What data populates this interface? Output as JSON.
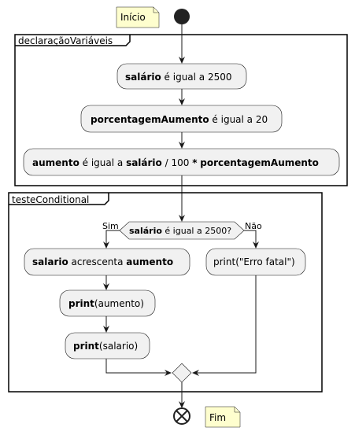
{
  "notes": {
    "start": "Início",
    "end": "Fim"
  },
  "groups": {
    "declaration": "declaraçãoVariáveis",
    "conditional": "testeConditional"
  },
  "actions": {
    "a1": {
      "b": "salário",
      "t": " é igual a 2500"
    },
    "a2": {
      "b": "porcentagemAumento",
      "t": " é igual a 20"
    },
    "a3": {
      "b1": "aumento",
      "t1": " é igual a ",
      "b2": "salário",
      "t2": " / 100 ",
      "b3": "*",
      "t3": " ",
      "b4": "porcentagemAumento"
    },
    "yes1": {
      "b1": "salario",
      "t1": " acrescenta ",
      "b2": "aumento"
    },
    "yes2": {
      "b": "print",
      "t": "(aumento)"
    },
    "yes3": {
      "b": "print",
      "t": "(salario)"
    },
    "no1": {
      "t": "print(\"Erro fatal\")"
    }
  },
  "decision": {
    "b": "salário",
    "t": " é igual a 2500?",
    "yes": "Sim",
    "no": "Não"
  }
}
